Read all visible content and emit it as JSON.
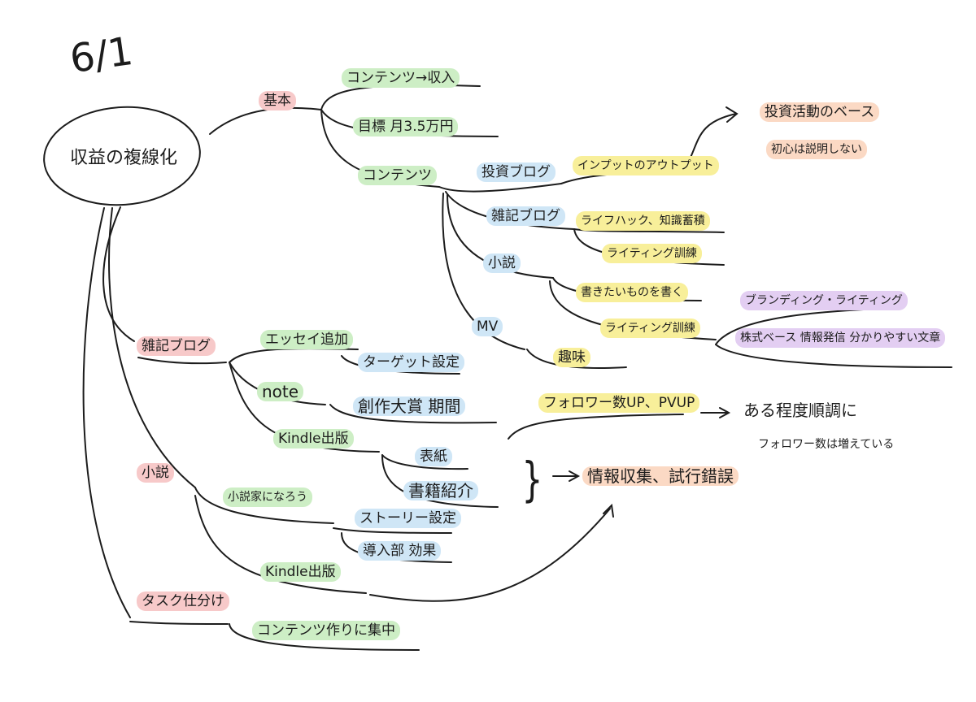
{
  "date": "6/1",
  "root": "収益の複線化",
  "colors": {
    "ink": "#1c1c1c",
    "pink": "#f7c9c9",
    "green": "#cdeec5",
    "blue": "#cfe6f6",
    "yellow": "#f8ef9a",
    "purple": "#e3cef2",
    "peach": "#fbd9c4"
  },
  "nodes": {
    "kihon": "基本",
    "contents_income": "コンテンツ→収入",
    "goal": "目標 月3.5万円",
    "contents": "コンテンツ",
    "toushi_blog": "投資ブログ",
    "input_output": "インプットのアウトプット",
    "toushi_katsudou": "投資活動のベース",
    "hokan_setsumei": "初心は説明しない",
    "zakki_blog": "雑記ブログ",
    "lifehack": "ライフハック、知識蓄積",
    "writing_kunren_1": "ライティング訓練",
    "shousetsu": "小説",
    "kakitai": "書きたいものを書く",
    "writing_kunren_2": "ライティング訓練",
    "brand_writing": "ブランディング・ライティング",
    "mv": "MV",
    "shumi": "趣味",
    "kabushiki": "株式ベース 情報発信 分かりやすい文章",
    "zakki_blog_2": "雑記ブログ",
    "essay": "エッセイ追加",
    "target": "ターゲット設定",
    "note": "note",
    "sousaku": "創作大賞 期間",
    "follower_up": "フォロワー数UP、PVUP",
    "aru_teido": "ある程度順調に",
    "follower_fueteiru": "フォロワー数は増えている",
    "kindle_1": "Kindle出版",
    "hyoushi": "表紙",
    "shoseki": "書籍紹介",
    "jouhou": "情報収集、試行錯誤",
    "shousetsu_2": "小説",
    "shousetsu_plot": "小説家になろう",
    "story": "ストーリー設定",
    "dounyu": "導入部 効果",
    "kindle_2": "Kindle出版",
    "task": "タスク仕分け",
    "contents_focus": "コンテンツ作りに集中"
  }
}
